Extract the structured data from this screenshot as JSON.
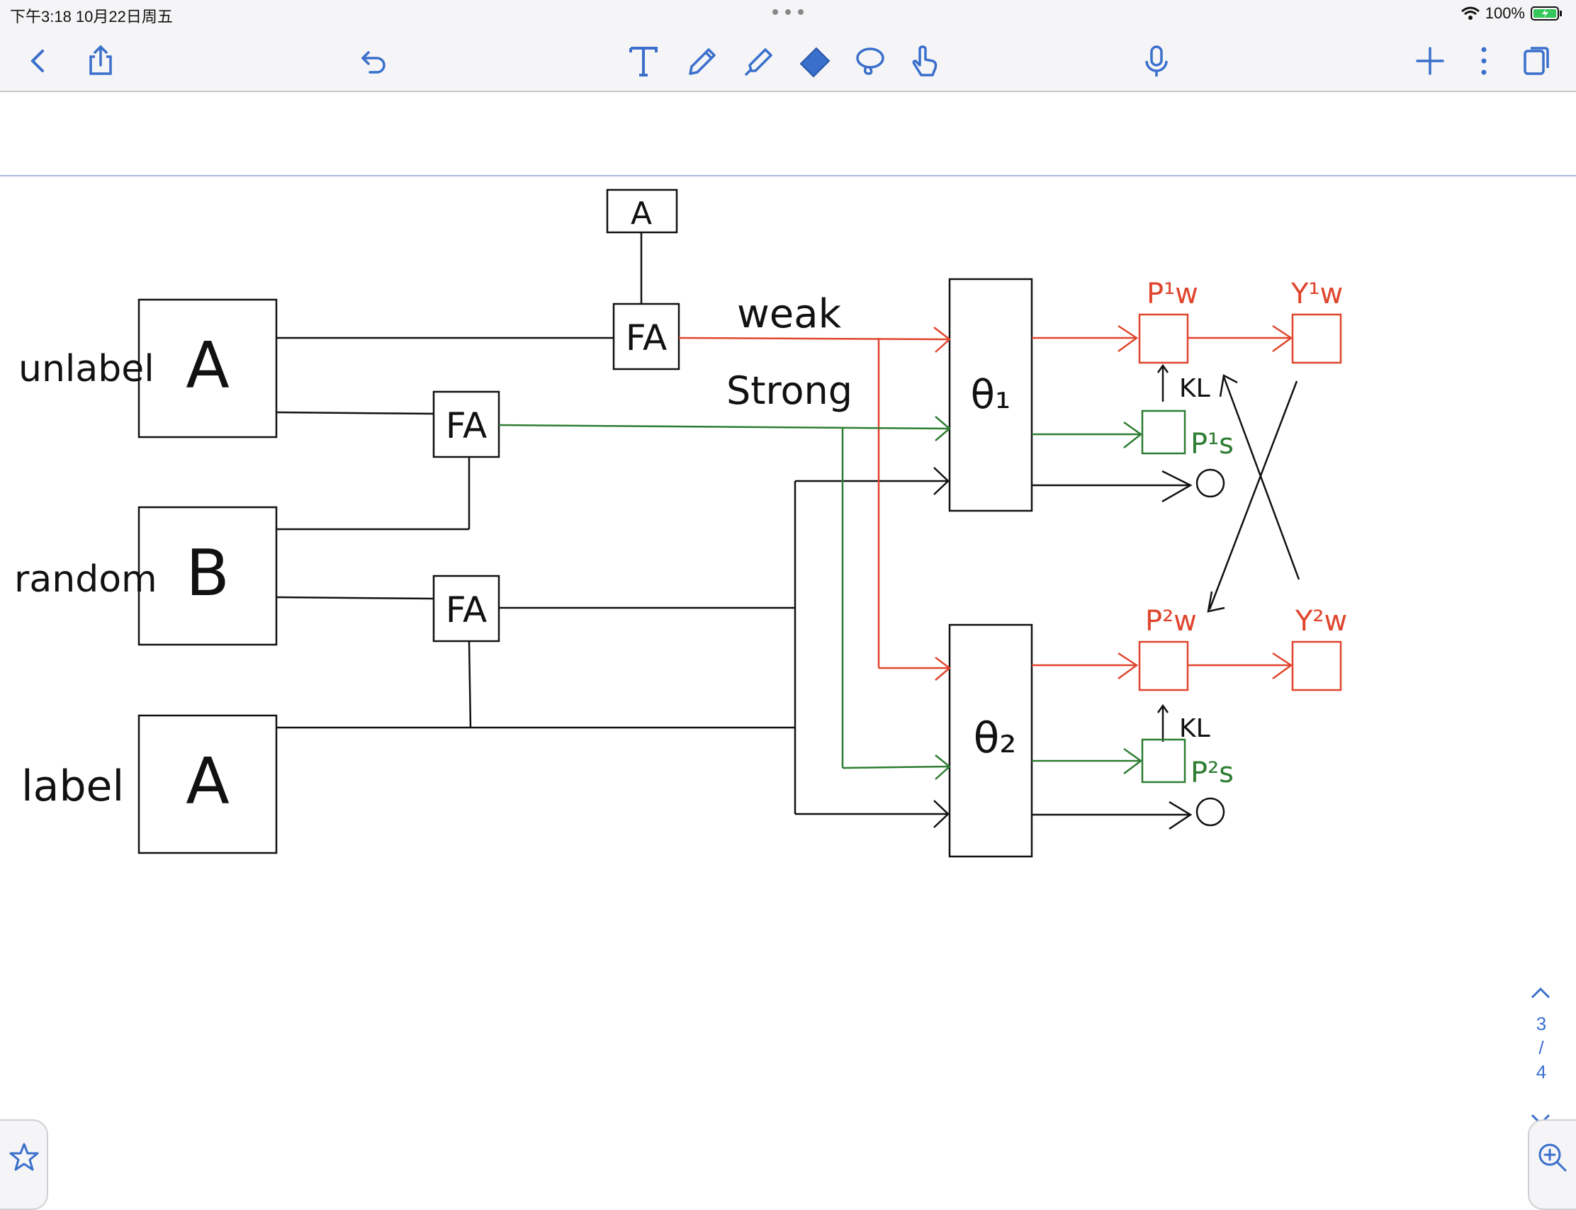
{
  "status_bar": {
    "time_date": "下午3:18   10月22日周五",
    "battery": "100%"
  },
  "toolbar": {
    "icons": [
      "back-icon",
      "share-icon",
      "undo-icon",
      "text-tool-icon",
      "pen-icon",
      "highlighter-icon",
      "eraser-icon",
      "lasso-icon",
      "pointer-hand-icon",
      "microphone-icon",
      "add-icon",
      "more-icon",
      "pages-icon"
    ],
    "accent": "#3a6fcc"
  },
  "diagram": {
    "source_boxes": [
      {
        "row_label": "unlabel",
        "letter": "A"
      },
      {
        "row_label": "random",
        "letter": "B"
      },
      {
        "row_label": "label",
        "letter": "A"
      }
    ],
    "fa_label": "FA",
    "top_a": "A",
    "weak_label": "weak",
    "strong_label": "Strong",
    "models": [
      "θ₁",
      "θ₂"
    ],
    "outputs": {
      "p_w_1": "P¹w",
      "p_s_1": "P¹s",
      "y_w_1": "Y¹w",
      "p_w_2": "P²w",
      "p_s_2": "P²s",
      "y_w_2": "Y²w",
      "kl": "KL",
      "o": "O"
    },
    "colors": {
      "red": "#e0452d",
      "green": "#2e7d32",
      "black": "#111111"
    }
  },
  "pager": {
    "current": "3",
    "sep": "/",
    "total": "4"
  }
}
